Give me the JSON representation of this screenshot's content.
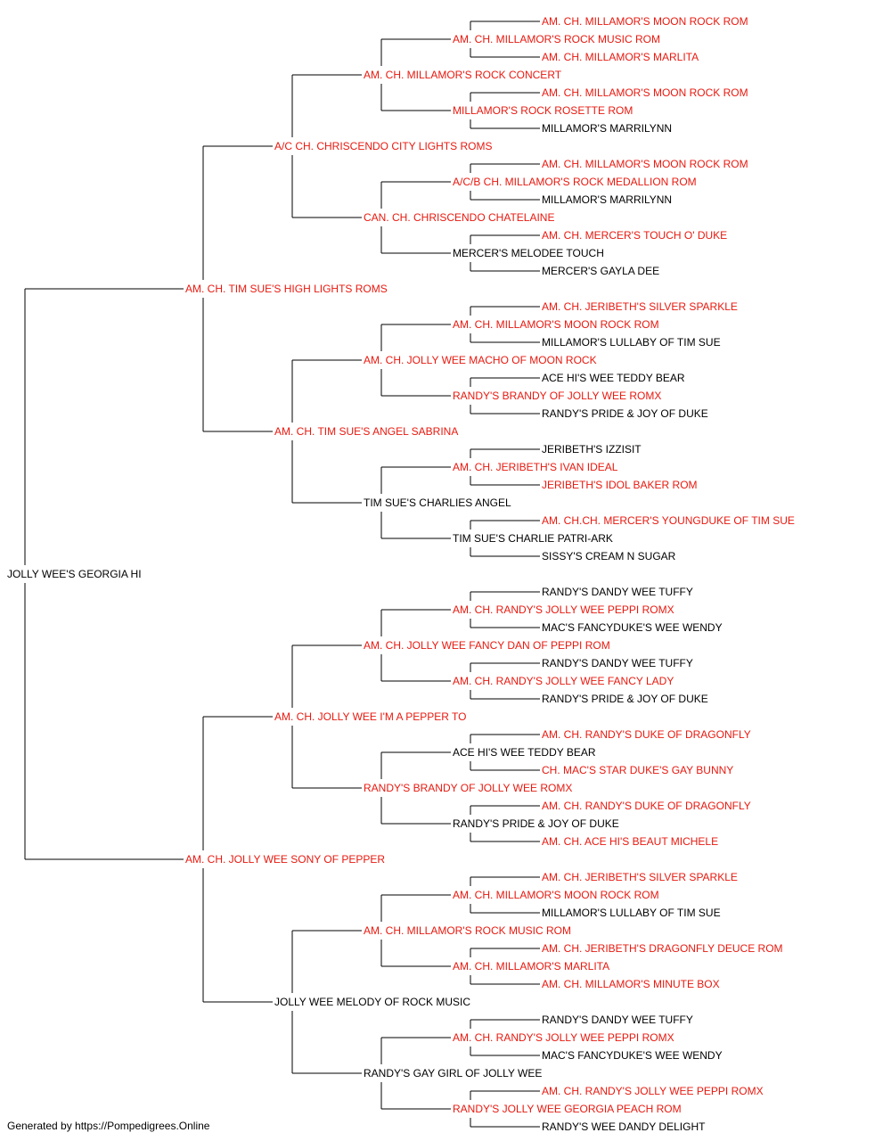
{
  "colors": {
    "titled": "#e8190f",
    "plain": "#000000"
  },
  "pedigree": {
    "name": "JOLLY WEE'S GEORGIA HI",
    "titled": false,
    "sire": {
      "name": "AM. CH. TIM SUE'S HIGH LIGHTS ROMS",
      "titled": true,
      "sire": {
        "name": "A/C CH. CHRISCENDO CITY LIGHTS ROMS",
        "titled": true,
        "sire": {
          "name": "AM. CH. MILLAMOR'S ROCK CONCERT",
          "titled": true,
          "sire": {
            "name": "AM. CH. MILLAMOR'S ROCK MUSIC ROM",
            "titled": true,
            "sire": {
              "name": "AM. CH. MILLAMOR'S MOON ROCK ROM",
              "titled": true
            },
            "dam": {
              "name": "AM. CH. MILLAMOR'S MARLITA",
              "titled": true
            }
          },
          "dam": {
            "name": "MILLAMOR'S ROCK ROSETTE ROM",
            "titled": true,
            "sire": {
              "name": "AM. CH. MILLAMOR'S MOON ROCK ROM",
              "titled": true
            },
            "dam": {
              "name": "MILLAMOR'S MARRILYNN",
              "titled": false
            }
          }
        },
        "dam": {
          "name": "CAN. CH. CHRISCENDO CHATELAINE",
          "titled": true,
          "sire": {
            "name": "A/C/B CH. MILLAMOR'S ROCK MEDALLION ROM",
            "titled": true,
            "sire": {
              "name": "AM. CH. MILLAMOR'S MOON ROCK ROM",
              "titled": true
            },
            "dam": {
              "name": "MILLAMOR'S MARRILYNN",
              "titled": false
            }
          },
          "dam": {
            "name": "MERCER'S MELODEE TOUCH",
            "titled": false,
            "sire": {
              "name": "AM. CH. MERCER'S TOUCH O' DUKE",
              "titled": true
            },
            "dam": {
              "name": "MERCER'S GAYLA DEE",
              "titled": false
            }
          }
        }
      },
      "dam": {
        "name": "AM. CH. TIM SUE'S ANGEL SABRINA",
        "titled": true,
        "sire": {
          "name": "AM. CH. JOLLY WEE MACHO OF MOON ROCK",
          "titled": true,
          "sire": {
            "name": "AM. CH. MILLAMOR'S MOON ROCK ROM",
            "titled": true,
            "sire": {
              "name": "AM. CH. JERIBETH'S SILVER SPARKLE",
              "titled": true
            },
            "dam": {
              "name": "MILLAMOR'S LULLABY OF TIM SUE",
              "titled": false
            }
          },
          "dam": {
            "name": "RANDY'S BRANDY OF JOLLY WEE ROMX",
            "titled": true,
            "sire": {
              "name": "ACE HI'S WEE TEDDY BEAR",
              "titled": false
            },
            "dam": {
              "name": "RANDY'S PRIDE & JOY OF DUKE",
              "titled": false
            }
          }
        },
        "dam": {
          "name": "TIM SUE'S CHARLIES ANGEL",
          "titled": false,
          "sire": {
            "name": "AM. CH. JERIBETH'S IVAN IDEAL",
            "titled": true,
            "sire": {
              "name": "JERIBETH'S IZZISIT",
              "titled": false
            },
            "dam": {
              "name": "JERIBETH'S IDOL BAKER ROM",
              "titled": true
            }
          },
          "dam": {
            "name": "TIM SUE'S CHARLIE PATRI-ARK",
            "titled": false,
            "sire": {
              "name": "AM. CH.CH. MERCER'S YOUNGDUKE OF TIM SUE",
              "titled": true
            },
            "dam": {
              "name": "SISSY'S CREAM N SUGAR",
              "titled": false
            }
          }
        }
      }
    },
    "dam": {
      "name": "AM. CH. JOLLY WEE SONY OF PEPPER",
      "titled": true,
      "sire": {
        "name": "AM. CH. JOLLY WEE I'M A PEPPER TO",
        "titled": true,
        "sire": {
          "name": "AM. CH. JOLLY WEE FANCY DAN OF PEPPI ROM",
          "titled": true,
          "sire": {
            "name": "AM. CH. RANDY'S JOLLY WEE PEPPI ROMX",
            "titled": true,
            "sire": {
              "name": "RANDY'S DANDY WEE TUFFY",
              "titled": false
            },
            "dam": {
              "name": "MAC'S FANCYDUKE'S WEE WENDY",
              "titled": false
            }
          },
          "dam": {
            "name": "AM. CH. RANDY'S JOLLY WEE FANCY LADY",
            "titled": true,
            "sire": {
              "name": "RANDY'S DANDY WEE TUFFY",
              "titled": false
            },
            "dam": {
              "name": "RANDY'S PRIDE & JOY OF DUKE",
              "titled": false
            }
          }
        },
        "dam": {
          "name": "RANDY'S BRANDY OF JOLLY WEE ROMX",
          "titled": true,
          "sire": {
            "name": "ACE HI'S WEE TEDDY BEAR",
            "titled": false,
            "sire": {
              "name": "AM. CH. RANDY'S DUKE OF DRAGONFLY",
              "titled": true
            },
            "dam": {
              "name": "CH. MAC'S STAR DUKE'S GAY BUNNY",
              "titled": true
            }
          },
          "dam": {
            "name": "RANDY'S PRIDE & JOY OF DUKE",
            "titled": false,
            "sire": {
              "name": "AM. CH. RANDY'S DUKE OF DRAGONFLY",
              "titled": true
            },
            "dam": {
              "name": "AM. CH. ACE HI'S BEAUT MICHELE",
              "titled": true
            }
          }
        }
      },
      "dam": {
        "name": "JOLLY WEE MELODY OF ROCK MUSIC",
        "titled": false,
        "sire": {
          "name": "AM. CH. MILLAMOR'S ROCK MUSIC ROM",
          "titled": true,
          "sire": {
            "name": "AM. CH. MILLAMOR'S MOON ROCK ROM",
            "titled": true,
            "sire": {
              "name": "AM. CH. JERIBETH'S SILVER SPARKLE",
              "titled": true
            },
            "dam": {
              "name": "MILLAMOR'S LULLABY OF TIM SUE",
              "titled": false
            }
          },
          "dam": {
            "name": "AM. CH. MILLAMOR'S MARLITA",
            "titled": true,
            "sire": {
              "name": "AM. CH. JERIBETH'S DRAGONFLY DEUCE ROM",
              "titled": true
            },
            "dam": {
              "name": "AM. CH. MILLAMOR'S MINUTE BOX",
              "titled": true
            }
          }
        },
        "dam": {
          "name": "RANDY'S GAY GIRL OF JOLLY WEE",
          "titled": false,
          "sire": {
            "name": "AM. CH. RANDY'S JOLLY WEE PEPPI ROMX",
            "titled": true,
            "sire": {
              "name": "RANDY'S DANDY WEE TUFFY",
              "titled": false
            },
            "dam": {
              "name": "MAC'S FANCYDUKE'S WEE WENDY",
              "titled": false
            }
          },
          "dam": {
            "name": "RANDY'S JOLLY WEE GEORGIA PEACH ROM",
            "titled": true,
            "sire": {
              "name": "AM. CH. RANDY'S JOLLY WEE PEPPI ROMX",
              "titled": true
            },
            "dam": {
              "name": "RANDY'S WEE DANDY DELIGHT",
              "titled": false
            }
          }
        }
      }
    }
  },
  "footer": "Generated by https://Pompedigrees.Online"
}
